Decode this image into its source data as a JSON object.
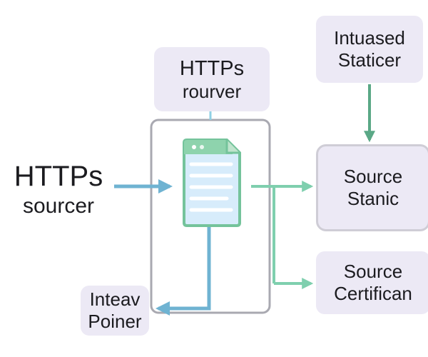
{
  "nodes": {
    "top_center": {
      "line1": "HTTPs",
      "line2": "rourver"
    },
    "top_right": {
      "line1": "Intuased",
      "line2": "Staticer"
    },
    "left_label": {
      "line1": "HTTPs",
      "line2": "sourcer"
    },
    "mid_right": {
      "line1": "Source",
      "line2": "Stanic"
    },
    "bottom_right": {
      "line1": "Source",
      "line2": "Certifican"
    },
    "bottom_left": {
      "line1": "Inteav",
      "line2": "Poiner"
    }
  },
  "colors": {
    "box_fill": "#ece9f5",
    "box_border": "#cfcdd6",
    "container_border": "#a9a9b1",
    "arrow_blue": "#6fb3d2",
    "arrow_green": "#7fcfae",
    "arrow_dark_green": "#5aa886",
    "doc_fill": "#d7ecfb",
    "doc_border": "#74c39b",
    "doc_header": "#8ed3ad",
    "doc_line": "#ffffff",
    "text": "#1b1b1f"
  },
  "icons": [
    "document-icon"
  ]
}
